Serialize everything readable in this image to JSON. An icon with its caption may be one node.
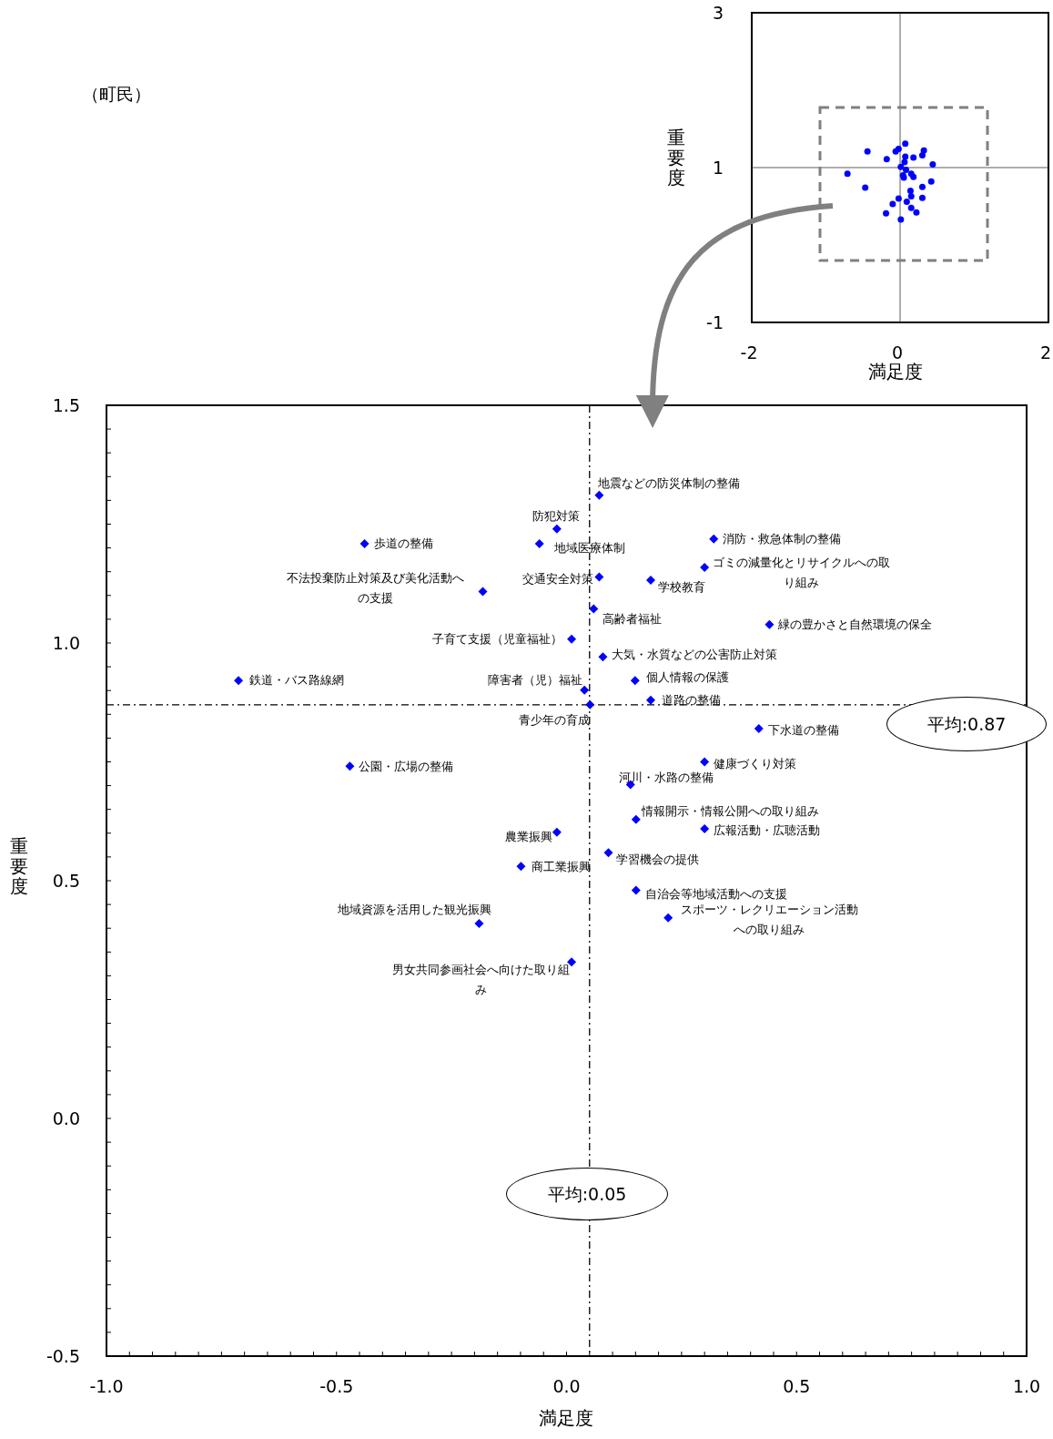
{
  "diagram": {
    "nodes": [
      {
        "text": [
          "平均:0.87"
        ]
      },
      {
        "text": [
          "平均:0.05"
        ]
      }
    ],
    "labels": [
      "（町民）"
    ],
    "chart_data": [
      {
        "type": "scatter",
        "xlabel": "満足度",
        "ylabel": "重要度",
        "xlim": [
          -1,
          1
        ],
        "ylim": [
          -0.5,
          1.5
        ],
        "xticks": [
          {
            "value": -1,
            "label": "-1.0"
          },
          {
            "value": -0.5,
            "label": "-0.5"
          },
          {
            "value": 0,
            "label": "0.0"
          },
          {
            "value": 0.5,
            "label": "0.5"
          },
          {
            "value": 1,
            "label": "1.0"
          }
        ],
        "yticks": [
          {
            "value": -0.5,
            "label": "-0.5"
          },
          {
            "value": 0,
            "label": "0.0"
          },
          {
            "value": 0.5,
            "label": "0.5"
          },
          {
            "value": 1,
            "label": "1.0"
          },
          {
            "value": 1.5,
            "label": "1.5"
          }
        ],
        "x": [
          0.071,
          -0.021,
          -0.439,
          -0.059,
          0.32,
          0.3,
          -0.182,
          0.071,
          0.183,
          0.059,
          0.441,
          0.011,
          0.079,
          -0.713,
          0.149,
          0.039,
          0.183,
          0.051,
          0.418,
          -0.471,
          0.3,
          0.139,
          0.151,
          0.3,
          -0.021,
          0.091,
          -0.099,
          0.151,
          0.221,
          -0.19,
          0.011
        ],
        "series": [
          {
            "color": "#0000ff",
            "values": [
              1.311,
              1.24,
              1.209,
              1.209,
              1.219,
              1.159,
              1.108,
              1.139,
              1.132,
              1.072,
              1.039,
              1.008,
              0.971,
              0.921,
              0.921,
              0.901,
              0.88,
              0.87,
              0.82,
              0.741,
              0.75,
              0.702,
              0.629,
              0.609,
              0.602,
              0.559,
              0.53,
              0.48,
              0.422,
              0.41,
              0.329
            ]
          }
        ],
        "ref_lines": [
          {
            "axis": "y",
            "value": 0.87
          },
          {
            "axis": "x",
            "value": 0.05
          }
        ],
        "annotations": [
          {
            "text": "地震などの防災体制の整備",
            "x": 0.071,
            "y": 1.311
          },
          {
            "text": "防犯対策",
            "x": -0.021,
            "y": 1.24
          },
          {
            "text": "歩道の整備",
            "x": -0.439,
            "y": 1.209
          },
          {
            "text": "地域医療体制",
            "x": -0.059,
            "y": 1.209
          },
          {
            "text": "消防・救急体制の整備",
            "x": 0.32,
            "y": 1.219
          },
          {
            "text": "ゴミの減量化とリサイクルへの取り組み",
            "x": 0.3,
            "y": 1.159
          },
          {
            "text": "不法投棄防止対策及び美化活動への支援",
            "x": -0.182,
            "y": 1.108
          },
          {
            "text": "交通安全対策",
            "x": 0.071,
            "y": 1.139
          },
          {
            "text": "学校教育",
            "x": 0.183,
            "y": 1.132
          },
          {
            "text": "高齢者福祉",
            "x": 0.059,
            "y": 1.072
          },
          {
            "text": "緑の豊かさと自然環境の保全",
            "x": 0.441,
            "y": 1.039
          },
          {
            "text": "子育て支援（児童福祉）",
            "x": 0.011,
            "y": 1.008
          },
          {
            "text": "大気・水質などの公害防止対策",
            "x": 0.079,
            "y": 0.971
          },
          {
            "text": "鉄道・バス路線網",
            "x": -0.713,
            "y": 0.921
          },
          {
            "text": "個人情報の保護",
            "x": 0.149,
            "y": 0.921
          },
          {
            "text": "障害者（児）福祉",
            "x": 0.039,
            "y": 0.901
          },
          {
            "text": "道路の整備",
            "x": 0.183,
            "y": 0.88
          },
          {
            "text": "青少年の育成",
            "x": 0.051,
            "y": 0.87
          },
          {
            "text": "下水道の整備",
            "x": 0.418,
            "y": 0.82
          },
          {
            "text": "公園・広場の整備",
            "x": -0.471,
            "y": 0.741
          },
          {
            "text": "健康づくり対策",
            "x": 0.3,
            "y": 0.75
          },
          {
            "text": "河川・水路の整備",
            "x": 0.139,
            "y": 0.702
          },
          {
            "text": "情報開示・情報公開への取り組み",
            "x": 0.151,
            "y": 0.629
          },
          {
            "text": "広報活動・広聴活動",
            "x": 0.3,
            "y": 0.609
          },
          {
            "text": "農業振興",
            "x": -0.021,
            "y": 0.602
          },
          {
            "text": "学習機会の提供",
            "x": 0.091,
            "y": 0.559
          },
          {
            "text": "商工業振興",
            "x": -0.099,
            "y": 0.53
          },
          {
            "text": "自治会等地域活動への支援",
            "x": 0.151,
            "y": 0.48
          },
          {
            "text": "スポーツ・レクリエーション活動への取り組み",
            "x": 0.221,
            "y": 0.422
          },
          {
            "text": "地域資源を活用した観光振興",
            "x": -0.19,
            "y": 0.41
          },
          {
            "text": "男女共同参画社会へ向けた取り組み",
            "x": 0.011,
            "y": 0.329
          }
        ]
      },
      {
        "type": "scatter",
        "xlabel": "満足度",
        "ylabel": "重要度",
        "xlim": [
          -2,
          2
        ],
        "ylim": [
          -1,
          3
        ],
        "xticks": [
          -2,
          0,
          2
        ],
        "yticks": [
          -1,
          1,
          3
        ],
        "x": [
          0.07,
          -0.02,
          -0.44,
          -0.06,
          0.32,
          0.3,
          -0.18,
          0.07,
          0.18,
          0.06,
          0.44,
          0.01,
          0.08,
          -0.71,
          0.15,
          0.04,
          0.18,
          0.05,
          0.42,
          -0.47,
          0.3,
          0.14,
          0.15,
          0.3,
          -0.02,
          0.09,
          -0.1,
          0.15,
          0.22,
          -0.19,
          0.01
        ],
        "series": [
          {
            "color": "#0000ff",
            "values": [
              1.31,
              1.24,
              1.21,
              1.21,
              1.22,
              1.16,
              1.11,
              1.14,
              1.13,
              1.07,
              1.04,
              1.01,
              0.97,
              0.92,
              0.92,
              0.9,
              0.88,
              0.87,
              0.82,
              0.74,
              0.75,
              0.7,
              0.63,
              0.61,
              0.6,
              0.56,
              0.53,
              0.48,
              0.42,
              0.41,
              0.33
            ]
          }
        ]
      }
    ]
  }
}
